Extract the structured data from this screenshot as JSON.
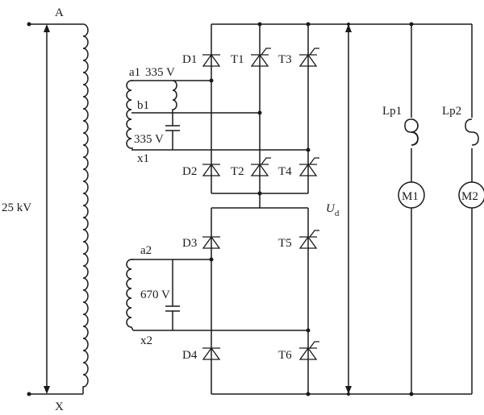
{
  "transformer": {
    "primary_top": "A",
    "primary_bottom": "X",
    "primary_voltage": "25 kV"
  },
  "winding1": {
    "top": "a1",
    "mid": "b1",
    "bottom": "x1",
    "v_upper": "335 V",
    "v_lower": "335 V"
  },
  "winding2": {
    "top": "a2",
    "bottom": "x2",
    "voltage": "670 V"
  },
  "devices": {
    "D1": "D1",
    "T1": "T1",
    "T3": "T3",
    "D2": "D2",
    "T2": "T2",
    "T4": "T4",
    "D3": "D3",
    "T5": "T5",
    "D4": "D4",
    "T6": "T6"
  },
  "dc": {
    "voltage_main": "U",
    "voltage_sub": "d"
  },
  "loads": {
    "Lp1": "Lp1",
    "Lp2": "Lp2",
    "M1": "M1",
    "M2": "M2"
  }
}
